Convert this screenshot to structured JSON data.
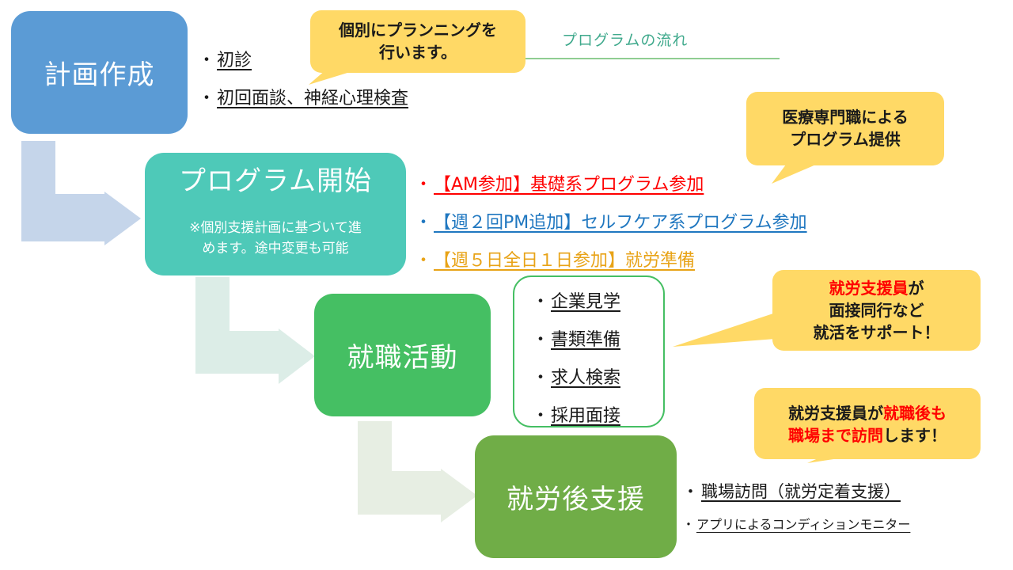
{
  "flow_title": "プログラムの流れ",
  "steps": {
    "plan": {
      "label": "計画作成",
      "items": [
        "初診",
        "初回面談、神経心理検査"
      ]
    },
    "program": {
      "label": "プログラム開始",
      "note_line1": "※個別支援計画に基づいて進",
      "note_line2": "めます。途中変更も可能",
      "items": [
        {
          "text": "【AM参加】基礎系プログラム参加",
          "color": "#ff0000"
        },
        {
          "text": "【週２回PM追加】セルフケア系プログラム参加",
          "color": "#1f77c0"
        },
        {
          "text": "【週５日全日１日参加】就労準備",
          "color": "#e8a317"
        }
      ]
    },
    "jobhunt": {
      "label": "就職活動",
      "items": [
        "企業見学",
        "書類準備",
        "求人検索",
        "採用面接"
      ]
    },
    "after": {
      "label": "就労後支援",
      "items": [
        "職場訪問（就労定着支援）",
        "アプリによるコンディションモニター"
      ]
    }
  },
  "callouts": {
    "individual": {
      "line1": "個別にプランニングを",
      "line2": "行います。"
    },
    "medical": {
      "line1": "医療専門職による",
      "line2": "プログラム提供"
    },
    "jobcoach": {
      "line1_red": "就労支援員",
      "line1_rest": "が",
      "line2": "面接同行など",
      "line3": "就活をサポート！"
    },
    "followup": {
      "line1_a": "就労支援員が",
      "line1_red": "就職後も",
      "line2_red": "職場まで訪問",
      "line2_rest": "します！"
    }
  },
  "colors": {
    "plan": "#5b9bd5",
    "program": "#4ec9b8",
    "jobhunt": "#45bf63",
    "after": "#70ad47",
    "callout": "#ffd966",
    "arrow1": "#c5d5ea",
    "arrow2": "#dcede7",
    "arrow3": "#e7eee3"
  },
  "icons": [
    "bullet-dot"
  ]
}
